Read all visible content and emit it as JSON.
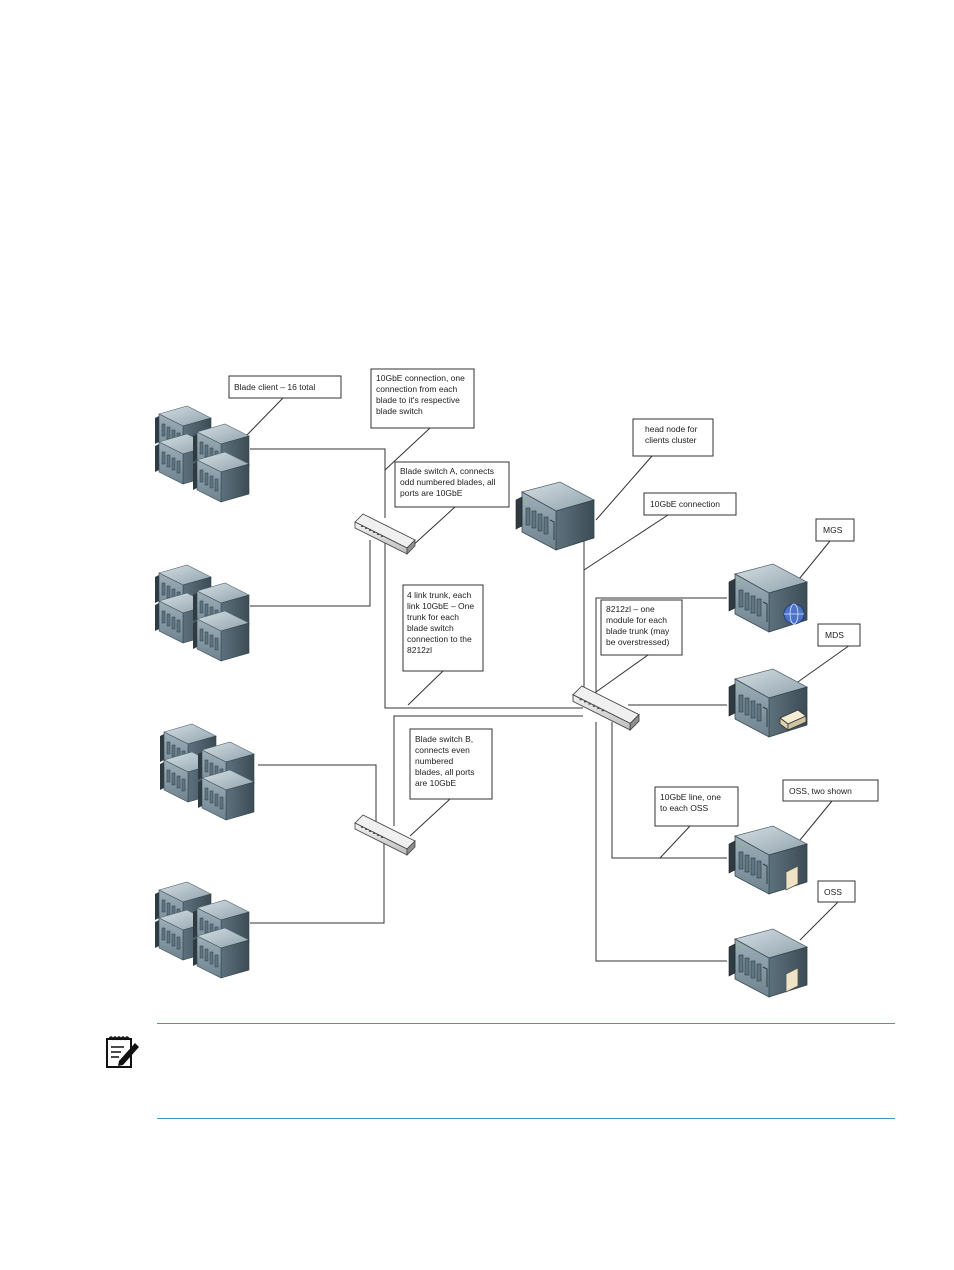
{
  "callouts": {
    "blade_client": "Blade client – 16 total",
    "connection_10gbe": [
      "10GbE connection, one",
      "connection from each",
      "blade to it's respective",
      "blade switch"
    ],
    "switch_a": [
      "Blade switch A, connects",
      "odd numbered blades, all",
      "ports are 10GbE"
    ],
    "head_node": [
      "head node for",
      "clients cluster"
    ],
    "head_link": "10GbE connection",
    "mgs": "MGS",
    "mds": "MDS",
    "trunk": [
      "4 link trunk, each",
      "link 10GbE – One",
      "trunk for each",
      "blade switch",
      "connection to the",
      "8212zl"
    ],
    "core_switch": [
      "8212zl – one",
      "module for each",
      "blade trunk (may",
      "be overstressed)"
    ],
    "switch_b": [
      "Blade switch B,",
      "connects even",
      "numbered",
      "blades, all ports",
      "are 10GbE"
    ],
    "oss_line": [
      "10GbE line, one",
      "to each OSS"
    ],
    "oss_two": "OSS, two shown",
    "oss": "OSS"
  },
  "icons": {
    "note": "note-pencil-icon",
    "blade_enclosure": "blade-server-icon",
    "switch": "network-switch-icon",
    "server": "server-icon"
  },
  "colors": {
    "rule": "#3d9ab9",
    "server_top": "#b9c6ce",
    "server_front": "#6f8490",
    "line": "#333333"
  }
}
